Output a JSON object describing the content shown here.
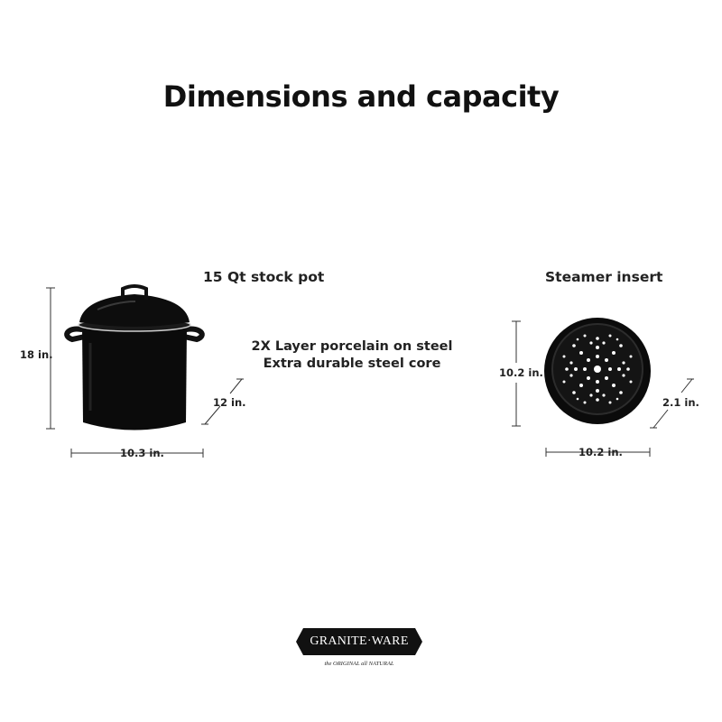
{
  "title": "Dimensions and capacity",
  "stock_pot": {
    "label": "15 Qt stock pot",
    "height": "18 in.",
    "depth": "12 in.",
    "width": "10.3 in.",
    "color": "#0b0b0b"
  },
  "features": {
    "line1": "2X Layer porcelain on steel",
    "line2": "Extra durable steel core"
  },
  "steamer": {
    "label": "Steamer insert",
    "height": "10.2 in.",
    "depth": "2.1 in.",
    "width": "10.2 in."
  },
  "brand": {
    "name": "GRANITE·WARE",
    "tagline": "the ORIGINAL all NATURAL"
  }
}
